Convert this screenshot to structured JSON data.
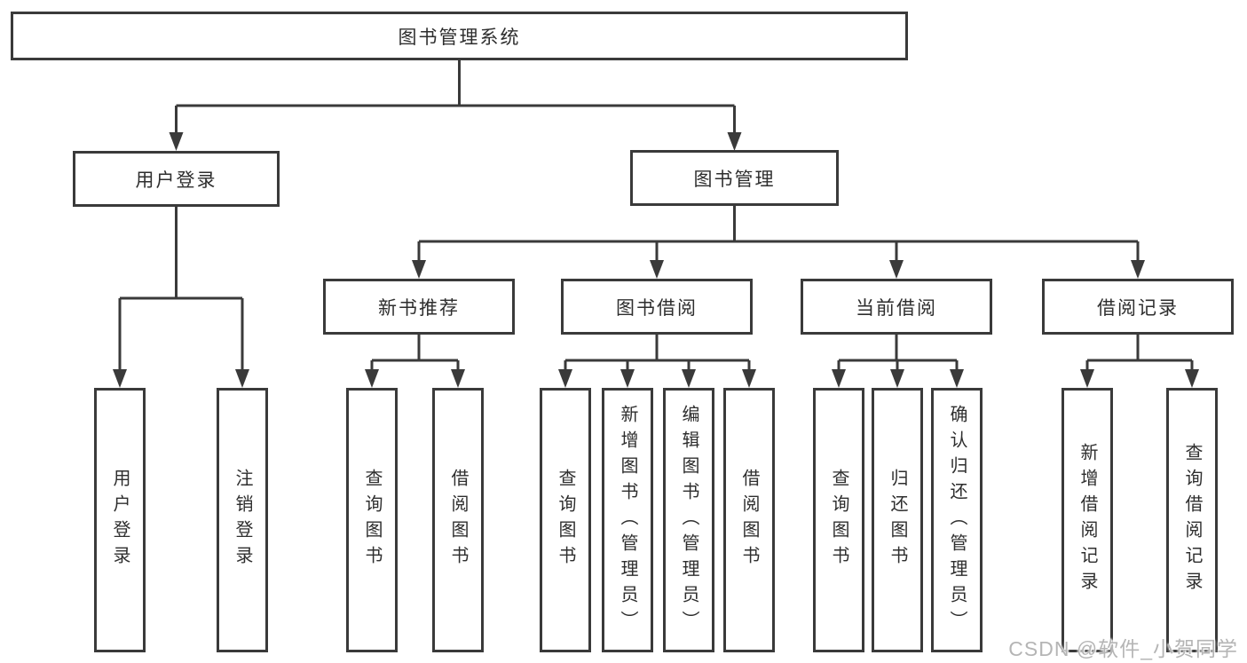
{
  "tree": {
    "label": "图书管理系统",
    "children": [
      {
        "label": "用户登录",
        "children": [
          {
            "label": "用户登录"
          },
          {
            "label": "注销登录"
          }
        ]
      },
      {
        "label": "图书管理",
        "children": [
          {
            "label": "新书推荐",
            "children": [
              {
                "label": "查询图书"
              },
              {
                "label": "借阅图书"
              }
            ]
          },
          {
            "label": "图书借阅",
            "children": [
              {
                "label": "查询图书"
              },
              {
                "label": "新增图书（管理员）"
              },
              {
                "label": "编辑图书（管理员）"
              },
              {
                "label": "借阅图书"
              }
            ]
          },
          {
            "label": "当前借阅",
            "children": [
              {
                "label": "查询图书"
              },
              {
                "label": "归还图书"
              },
              {
                "label": "确认归还（管理员）"
              }
            ]
          },
          {
            "label": "借阅记录",
            "children": [
              {
                "label": "新增借阅记录"
              },
              {
                "label": "查询借阅记录"
              }
            ]
          }
        ]
      }
    ]
  },
  "watermark": {
    "text": "CSDN @软件_小贺同学"
  },
  "colors": {
    "line": "#3a3a3a",
    "box_border": "#3a3a3a",
    "text": "#2e2e2e",
    "watermark": "#b5b5b5",
    "background": "#ffffff"
  }
}
